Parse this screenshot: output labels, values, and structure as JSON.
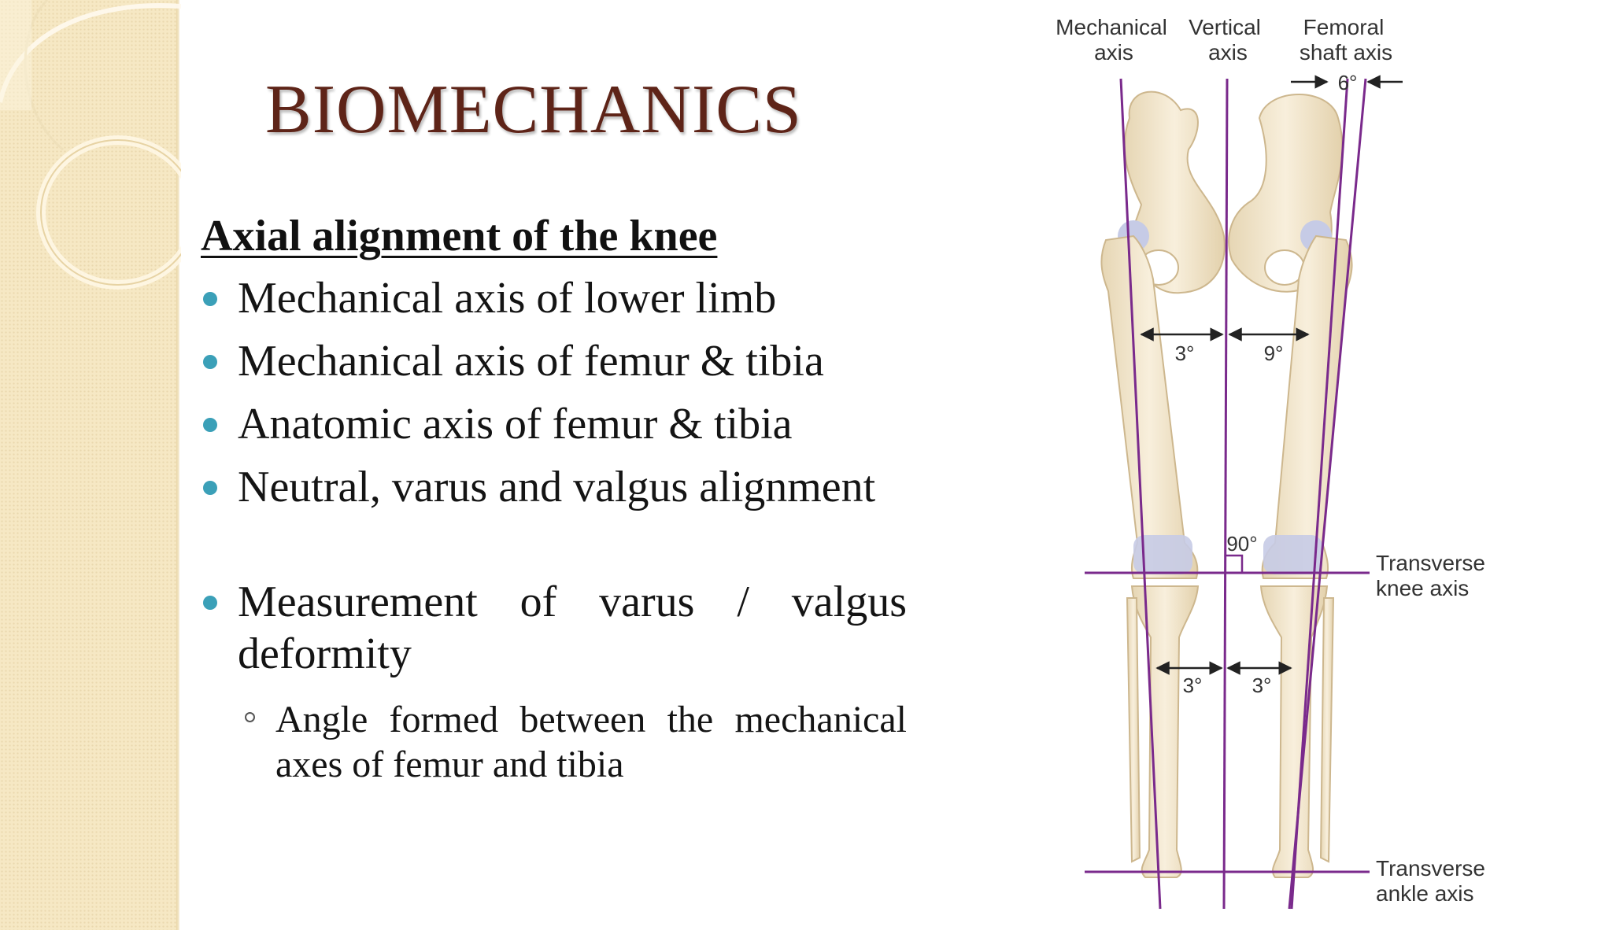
{
  "slide": {
    "title": "BIOMECHANICS",
    "subheading": "Axial alignment of the knee",
    "bullets": [
      {
        "text": "Mechanical axis of lower limb"
      },
      {
        "text": "Mechanical axis of femur & tibia"
      },
      {
        "text": "Anatomic axis of femur & tibia"
      },
      {
        "text": "Neutral, varus and valgus alignment"
      },
      {
        "text": "Measurement of varus / valgus deformity",
        "sub": [
          "Angle formed between the mechanical axes of femur and tibia"
        ]
      }
    ],
    "colors": {
      "title": "#5e2418",
      "bullet": "#3ba0b8",
      "axis_line": "#7a2a8c",
      "panel": "#f6e8c4"
    }
  },
  "figure": {
    "labels": {
      "mechanical_axis_1": "Mechanical",
      "mechanical_axis_2": "axis",
      "vertical_axis_1": "Vertical",
      "vertical_axis_2": "axis",
      "femoral_shaft_1": "Femoral",
      "femoral_shaft_2": "shaft axis",
      "knee_axis_1": "Transverse",
      "knee_axis_2": "knee axis",
      "ankle_axis_1": "Transverse",
      "ankle_axis_2": "ankle axis"
    },
    "angles": {
      "shaft": "6°",
      "femur_mech": "3°",
      "femur_shaft": "9°",
      "knee_right": "90°",
      "tibia_left": "3°",
      "tibia_right": "3°"
    }
  }
}
